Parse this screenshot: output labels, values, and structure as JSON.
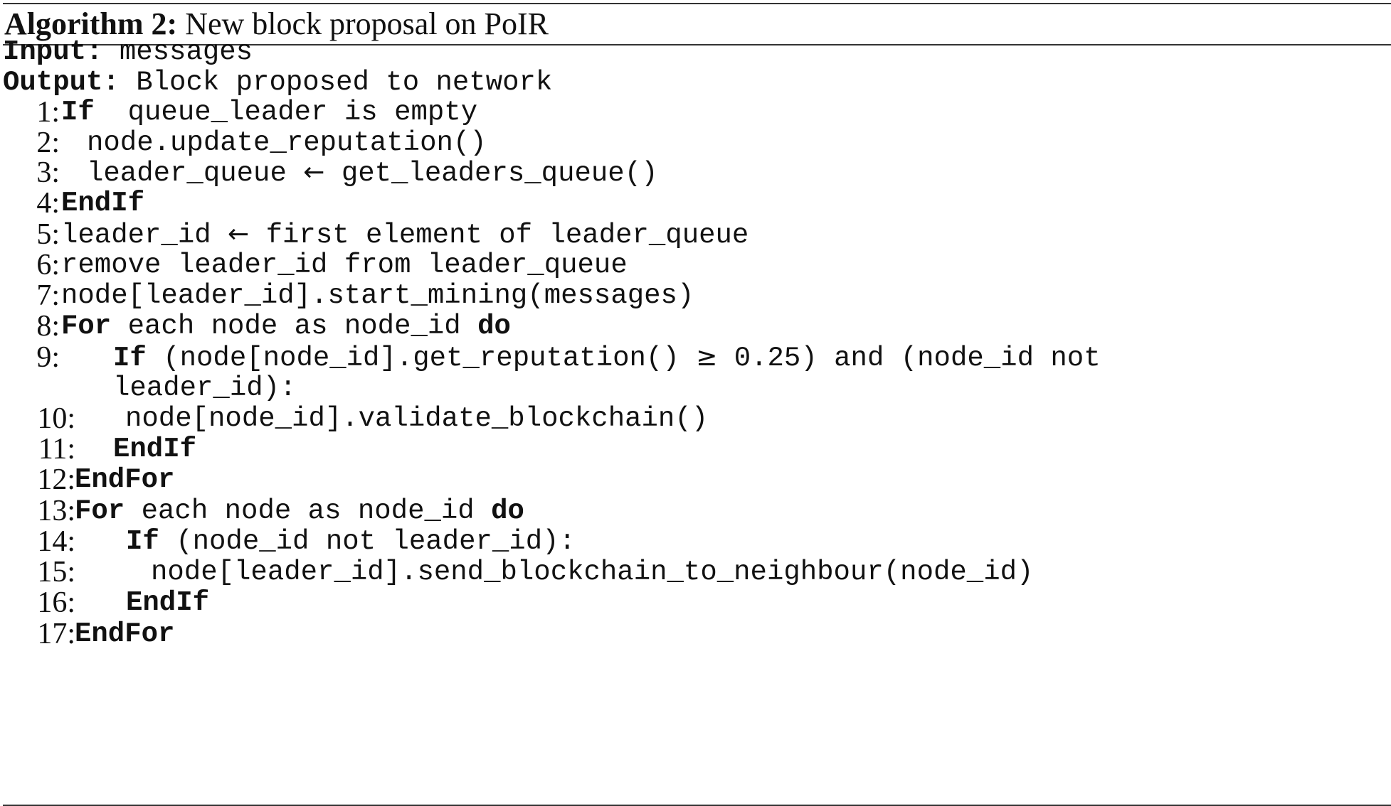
{
  "algorithm": {
    "label": "Algorithm 2:",
    "title": "New block proposal on PoIR",
    "input_label": "Input:",
    "input_text": "messages",
    "output_label": "Output:",
    "output_text": "Block proposed to network",
    "lines": [
      {
        "n": "1:",
        "parts": [
          {
            "t": "If",
            "b": true
          },
          {
            "t": "  queue_leader is empty"
          }
        ]
      },
      {
        "n": "2:",
        "parts": [
          {
            "t": "node.update_reputation()"
          }
        ]
      },
      {
        "n": "3:",
        "parts": [
          {
            "t": "leader_queue "
          },
          {
            "t": "←",
            "sym": true
          },
          {
            "t": " get_leaders_queue()"
          }
        ]
      },
      {
        "n": "4:",
        "parts": [
          {
            "t": "EndIf",
            "b": true
          }
        ]
      },
      {
        "n": "5:",
        "parts": [
          {
            "t": "leader_id "
          },
          {
            "t": "←",
            "sym": true
          },
          {
            "t": " first element of leader_queue"
          }
        ]
      },
      {
        "n": "6:",
        "parts": [
          {
            "t": "remove leader_id from leader_queue"
          }
        ]
      },
      {
        "n": "7:",
        "parts": [
          {
            "t": "node[leader_id].start_mining(messages)"
          }
        ]
      },
      {
        "n": "8:",
        "parts": [
          {
            "t": "For",
            "b": true
          },
          {
            "t": " each node as node_id "
          },
          {
            "t": "do",
            "b": true
          }
        ]
      },
      {
        "n": "9:",
        "parts": [
          {
            "t": "If",
            "b": true
          },
          {
            "t": " (node[node_id].get_reputation() "
          },
          {
            "t": "≥",
            "sym": true
          },
          {
            "t": " 0.25) and (node_id not"
          }
        ]
      },
      {
        "n": "",
        "parts": [
          {
            "t": "leader_id):"
          }
        ]
      },
      {
        "n": "10:",
        "parts": [
          {
            "t": "node[node_id].validate_blockchain()"
          }
        ]
      },
      {
        "n": "11:",
        "parts": [
          {
            "t": "EndIf",
            "b": true
          }
        ]
      },
      {
        "n": "12:",
        "parts": [
          {
            "t": "EndFor",
            "b": true
          }
        ]
      },
      {
        "n": "13:",
        "parts": [
          {
            "t": "For",
            "b": true
          },
          {
            "t": " each node as node_id "
          },
          {
            "t": "do",
            "b": true
          }
        ]
      },
      {
        "n": "14:",
        "parts": [
          {
            "t": "If",
            "b": true
          },
          {
            "t": " (node_id not leader_id):"
          }
        ]
      },
      {
        "n": "15:",
        "parts": [
          {
            "t": "node[leader_id].send_blockchain_to_neighbour(node_id)"
          }
        ]
      },
      {
        "n": "16:",
        "parts": [
          {
            "t": "EndIf",
            "b": true
          }
        ]
      },
      {
        "n": "17:",
        "parts": [
          {
            "t": "EndFor",
            "b": true
          }
        ]
      }
    ]
  }
}
